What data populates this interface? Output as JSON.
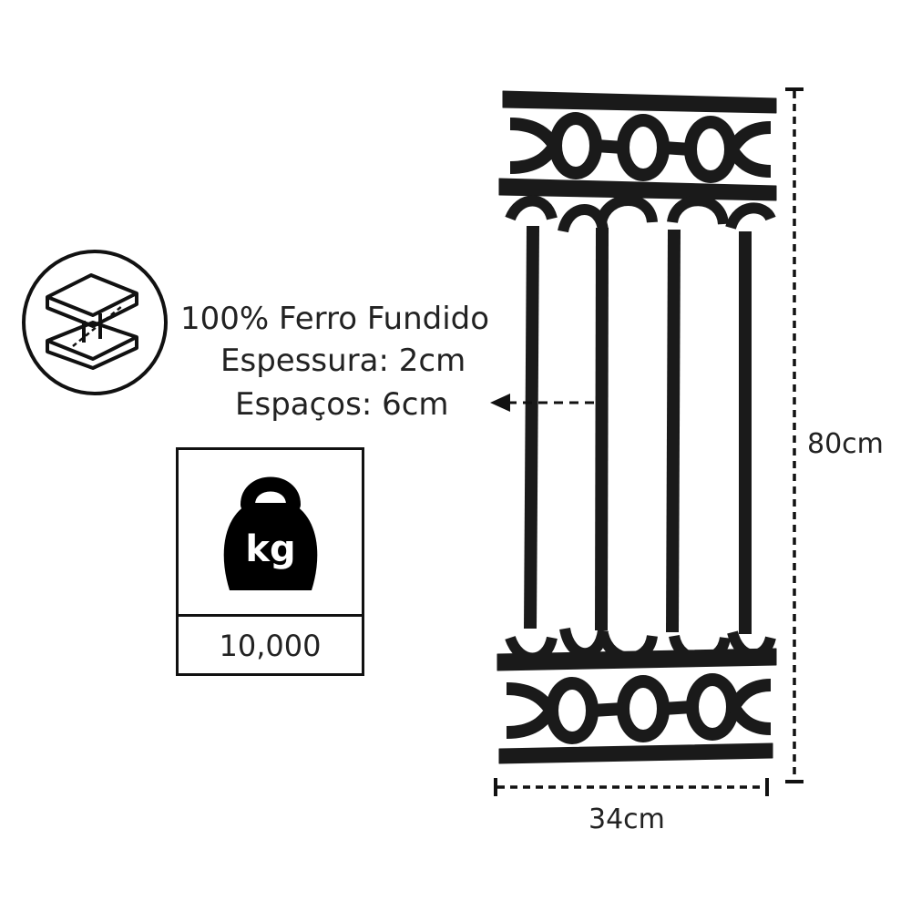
{
  "specs": {
    "material": "100% Ferro Fundido",
    "thickness": "Espessura: 2cm",
    "spacing": "Espaços: 6cm"
  },
  "weight": {
    "unit_label": "kg",
    "value": "10,000"
  },
  "dimensions": {
    "height": "80cm",
    "width": "34cm"
  },
  "icons": {
    "material": "steel-i-beam-icon",
    "weight": "kettlebell-weight-icon"
  },
  "colors": {
    "iron": "#1a1a1a",
    "line": "#111111",
    "background": "#ffffff"
  }
}
